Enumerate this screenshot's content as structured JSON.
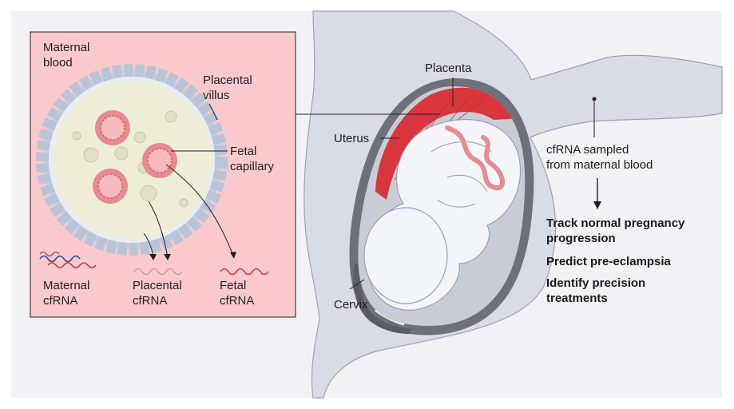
{
  "inset": {
    "maternal_blood": [
      "Maternal",
      "blood"
    ],
    "placental_villus": [
      "Placental",
      "villus"
    ],
    "fetal_capillary": [
      "Fetal",
      "capillary"
    ],
    "maternal_cfrna": [
      "Maternal",
      "cfRNA"
    ],
    "placental_cfrna": [
      "Placental",
      "cfRNA"
    ],
    "fetal_cfrna": [
      "Fetal",
      "cfRNA"
    ]
  },
  "anatomy": {
    "placenta": "Placenta",
    "uterus": "Uterus",
    "cervix": "Cervix"
  },
  "sampling": [
    "cfRNA sampled",
    "from maternal blood"
  ],
  "outcomes": {
    "track": [
      "Track normal pregnancy",
      "progression"
    ],
    "predict": "Predict pre-eclampsia",
    "identify": [
      "Identify precision",
      "treatments"
    ]
  },
  "colors": {
    "panel_bg": "#f2f2f4",
    "inset_bg": "#f9c9cc",
    "body": "#d9dbe6",
    "uterus_wall": "#6f7178",
    "placenta": "#d9353c",
    "capillary": "#e88a8f",
    "villus_cells": "#b9c4d8",
    "maternal_rna": "#2a4b8f",
    "placental_rna": "#c7a893",
    "fetal_rna": "#d63a52"
  }
}
